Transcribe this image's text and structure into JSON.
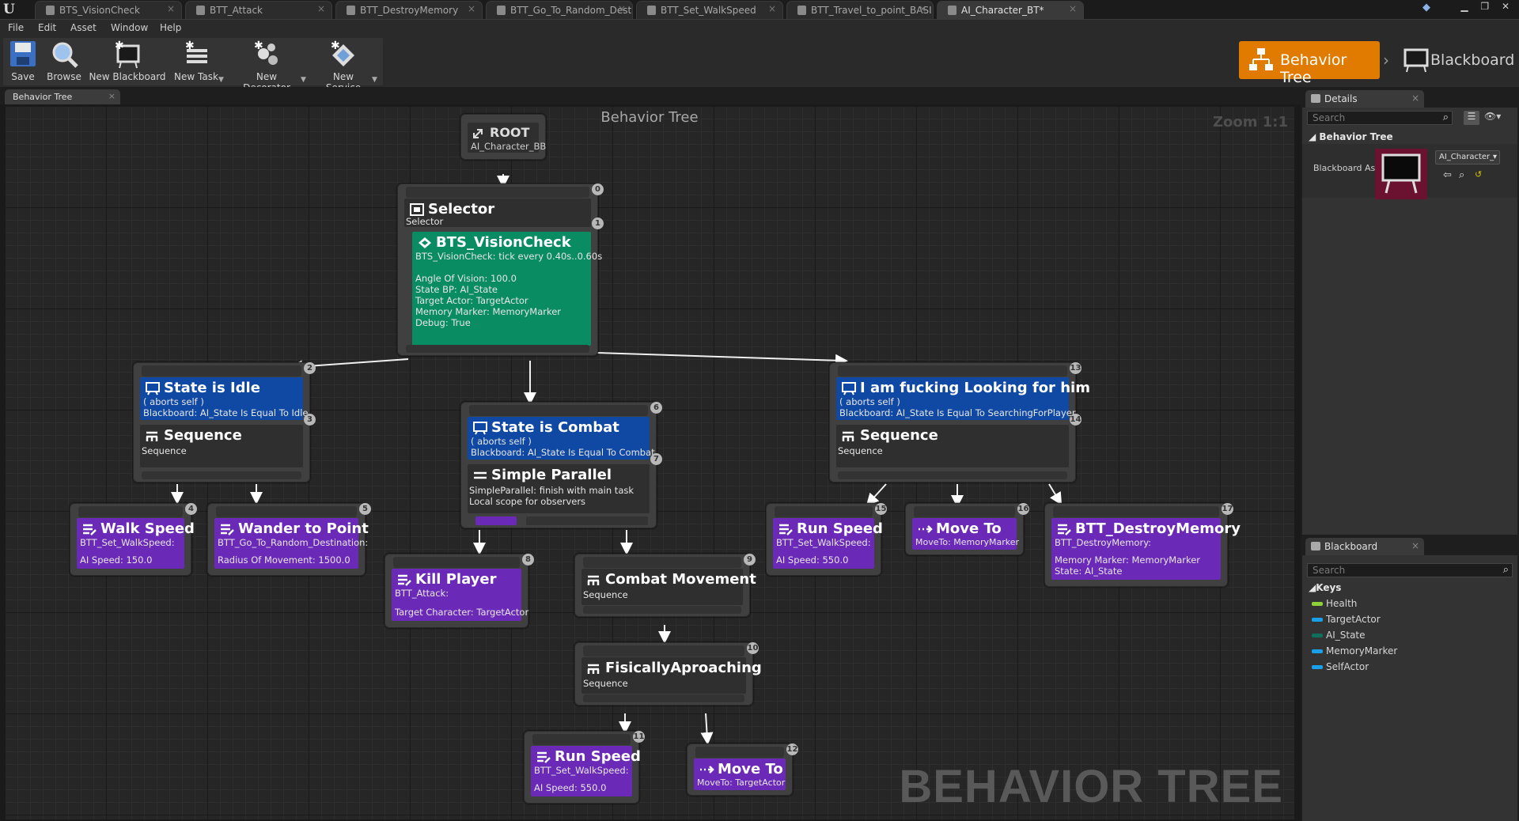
{
  "tabs": [
    {
      "label": "BTS_VisionCheck"
    },
    {
      "label": "BTT_Attack"
    },
    {
      "label": "BTT_DestroyMemory"
    },
    {
      "label": "BTT_Go_To_Random_Dest"
    },
    {
      "label": "BTT_Set_WalkSpeed"
    },
    {
      "label": "BTT_Travel_to_point_BASI"
    },
    {
      "label": "AI_Character_BT*"
    }
  ],
  "menu": [
    "File",
    "Edit",
    "Asset",
    "Window",
    "Help"
  ],
  "toolbar": {
    "save": "Save",
    "browse": "Browse",
    "new_blackboard": "New Blackboard",
    "new_task": "New Task",
    "new_decorator": "New Decorator",
    "new_service": "New Service"
  },
  "modes": {
    "behavior_tree": "Behavior Tree",
    "blackboard": "Blackboard"
  },
  "graph_tab": "Behavior Tree",
  "graph": {
    "title": "Behavior Tree",
    "zoom": "Zoom 1:1",
    "watermark": "BEHAVIOR TREE",
    "root": {
      "title": "ROOT",
      "sub": "AI_Character_BB"
    },
    "selector": {
      "badge": "0",
      "title": "Selector",
      "sub": "Selector"
    },
    "vision": {
      "badge": "1",
      "title": "BTS_VisionCheck",
      "l1": "BTS_VisionCheck: tick every 0.40s..0.60s",
      "l2": "Angle Of Vision: 100.0",
      "l3": "State BP: AI_State",
      "l4": "Target Actor: TargetActor",
      "l5": "Memory Marker: MemoryMarker",
      "l6": "Debug: True"
    },
    "idle": {
      "badge_deco": "2",
      "badge_comp": "3",
      "deco_title": "State is Idle",
      "deco_l1": "( aborts self )",
      "deco_l2": "Blackboard: AI_State Is Equal To Idle",
      "comp_title": "Sequence",
      "comp_sub": "Sequence"
    },
    "combat": {
      "badge_deco": "6",
      "badge_comp": "7",
      "deco_title": "State is Combat",
      "deco_l1": "( aborts self )",
      "deco_l2": "Blackboard: AI_State Is Equal To Combat",
      "comp_title": "Simple Parallel",
      "comp_l1": "SimpleParallel: finish with main task",
      "comp_l2": "Local scope for observers"
    },
    "looking": {
      "badge_deco": "13",
      "badge_comp": "14",
      "deco_title": "I am fucking Looking for him",
      "deco_l1": "( aborts self )",
      "deco_l2": "Blackboard: AI_State Is Equal To SearchingForPlayer",
      "comp_title": "Sequence",
      "comp_sub": "Sequence"
    },
    "walk_speed": {
      "badge": "4",
      "title": "Walk Speed",
      "l1": "BTT_Set_WalkSpeed:",
      "l2": "AI Speed: 150.0"
    },
    "wander": {
      "badge": "5",
      "title": "Wander to Point",
      "l1": "BTT_Go_To_Random_Destination:",
      "l2": "Radius Of Movement: 1500.0"
    },
    "kill": {
      "badge": "8",
      "title": "Kill Player",
      "l1": "BTT_Attack:",
      "l2": "Target Character: TargetActor"
    },
    "combat_move": {
      "badge": "9",
      "title": "Combat Movement",
      "sub": "Sequence"
    },
    "approach": {
      "badge": "10",
      "title": "FisicallyAproaching",
      "sub": "Sequence"
    },
    "run_speed_a": {
      "badge": "11",
      "title": "Run Speed",
      "l1": "BTT_Set_WalkSpeed:",
      "l2": "AI Speed: 550.0"
    },
    "move_to_a": {
      "badge": "12",
      "title": "Move To",
      "l1": "MoveTo: TargetActor"
    },
    "run_speed_b": {
      "badge": "15",
      "title": "Run Speed",
      "l1": "BTT_Set_WalkSpeed:",
      "l2": "AI Speed: 550.0"
    },
    "move_to_b": {
      "badge": "16",
      "title": "Move To",
      "l1": "MoveTo: MemoryMarker"
    },
    "destroy_mem": {
      "badge": "17",
      "title": "BTT_DestroyMemory",
      "l1": "BTT_DestroyMemory:",
      "l2": "Memory Marker: MemoryMarker",
      "l3": "State: AI_State"
    }
  },
  "details": {
    "tab": "Details",
    "search_placeholder": "Search",
    "section": "Behavior Tree",
    "field_label": "Blackboard As",
    "asset_value": "AI_Character_"
  },
  "blackboard": {
    "tab": "Blackboard",
    "search_placeholder": "Search",
    "keys_header": "Keys",
    "keys": [
      {
        "name": "Health",
        "color": "#8fd13b"
      },
      {
        "name": "TargetActor",
        "color": "#1aa0e8"
      },
      {
        "name": "AI_State",
        "color": "#0e6f5a"
      },
      {
        "name": "MemoryMarker",
        "color": "#1aa0e8"
      },
      {
        "name": "SelfActor",
        "color": "#1aa0e8"
      }
    ]
  },
  "colors": {
    "accent": "#e07b00",
    "decorator": "#1049a4",
    "service": "#0a8c62",
    "task": "#6b29b8"
  }
}
